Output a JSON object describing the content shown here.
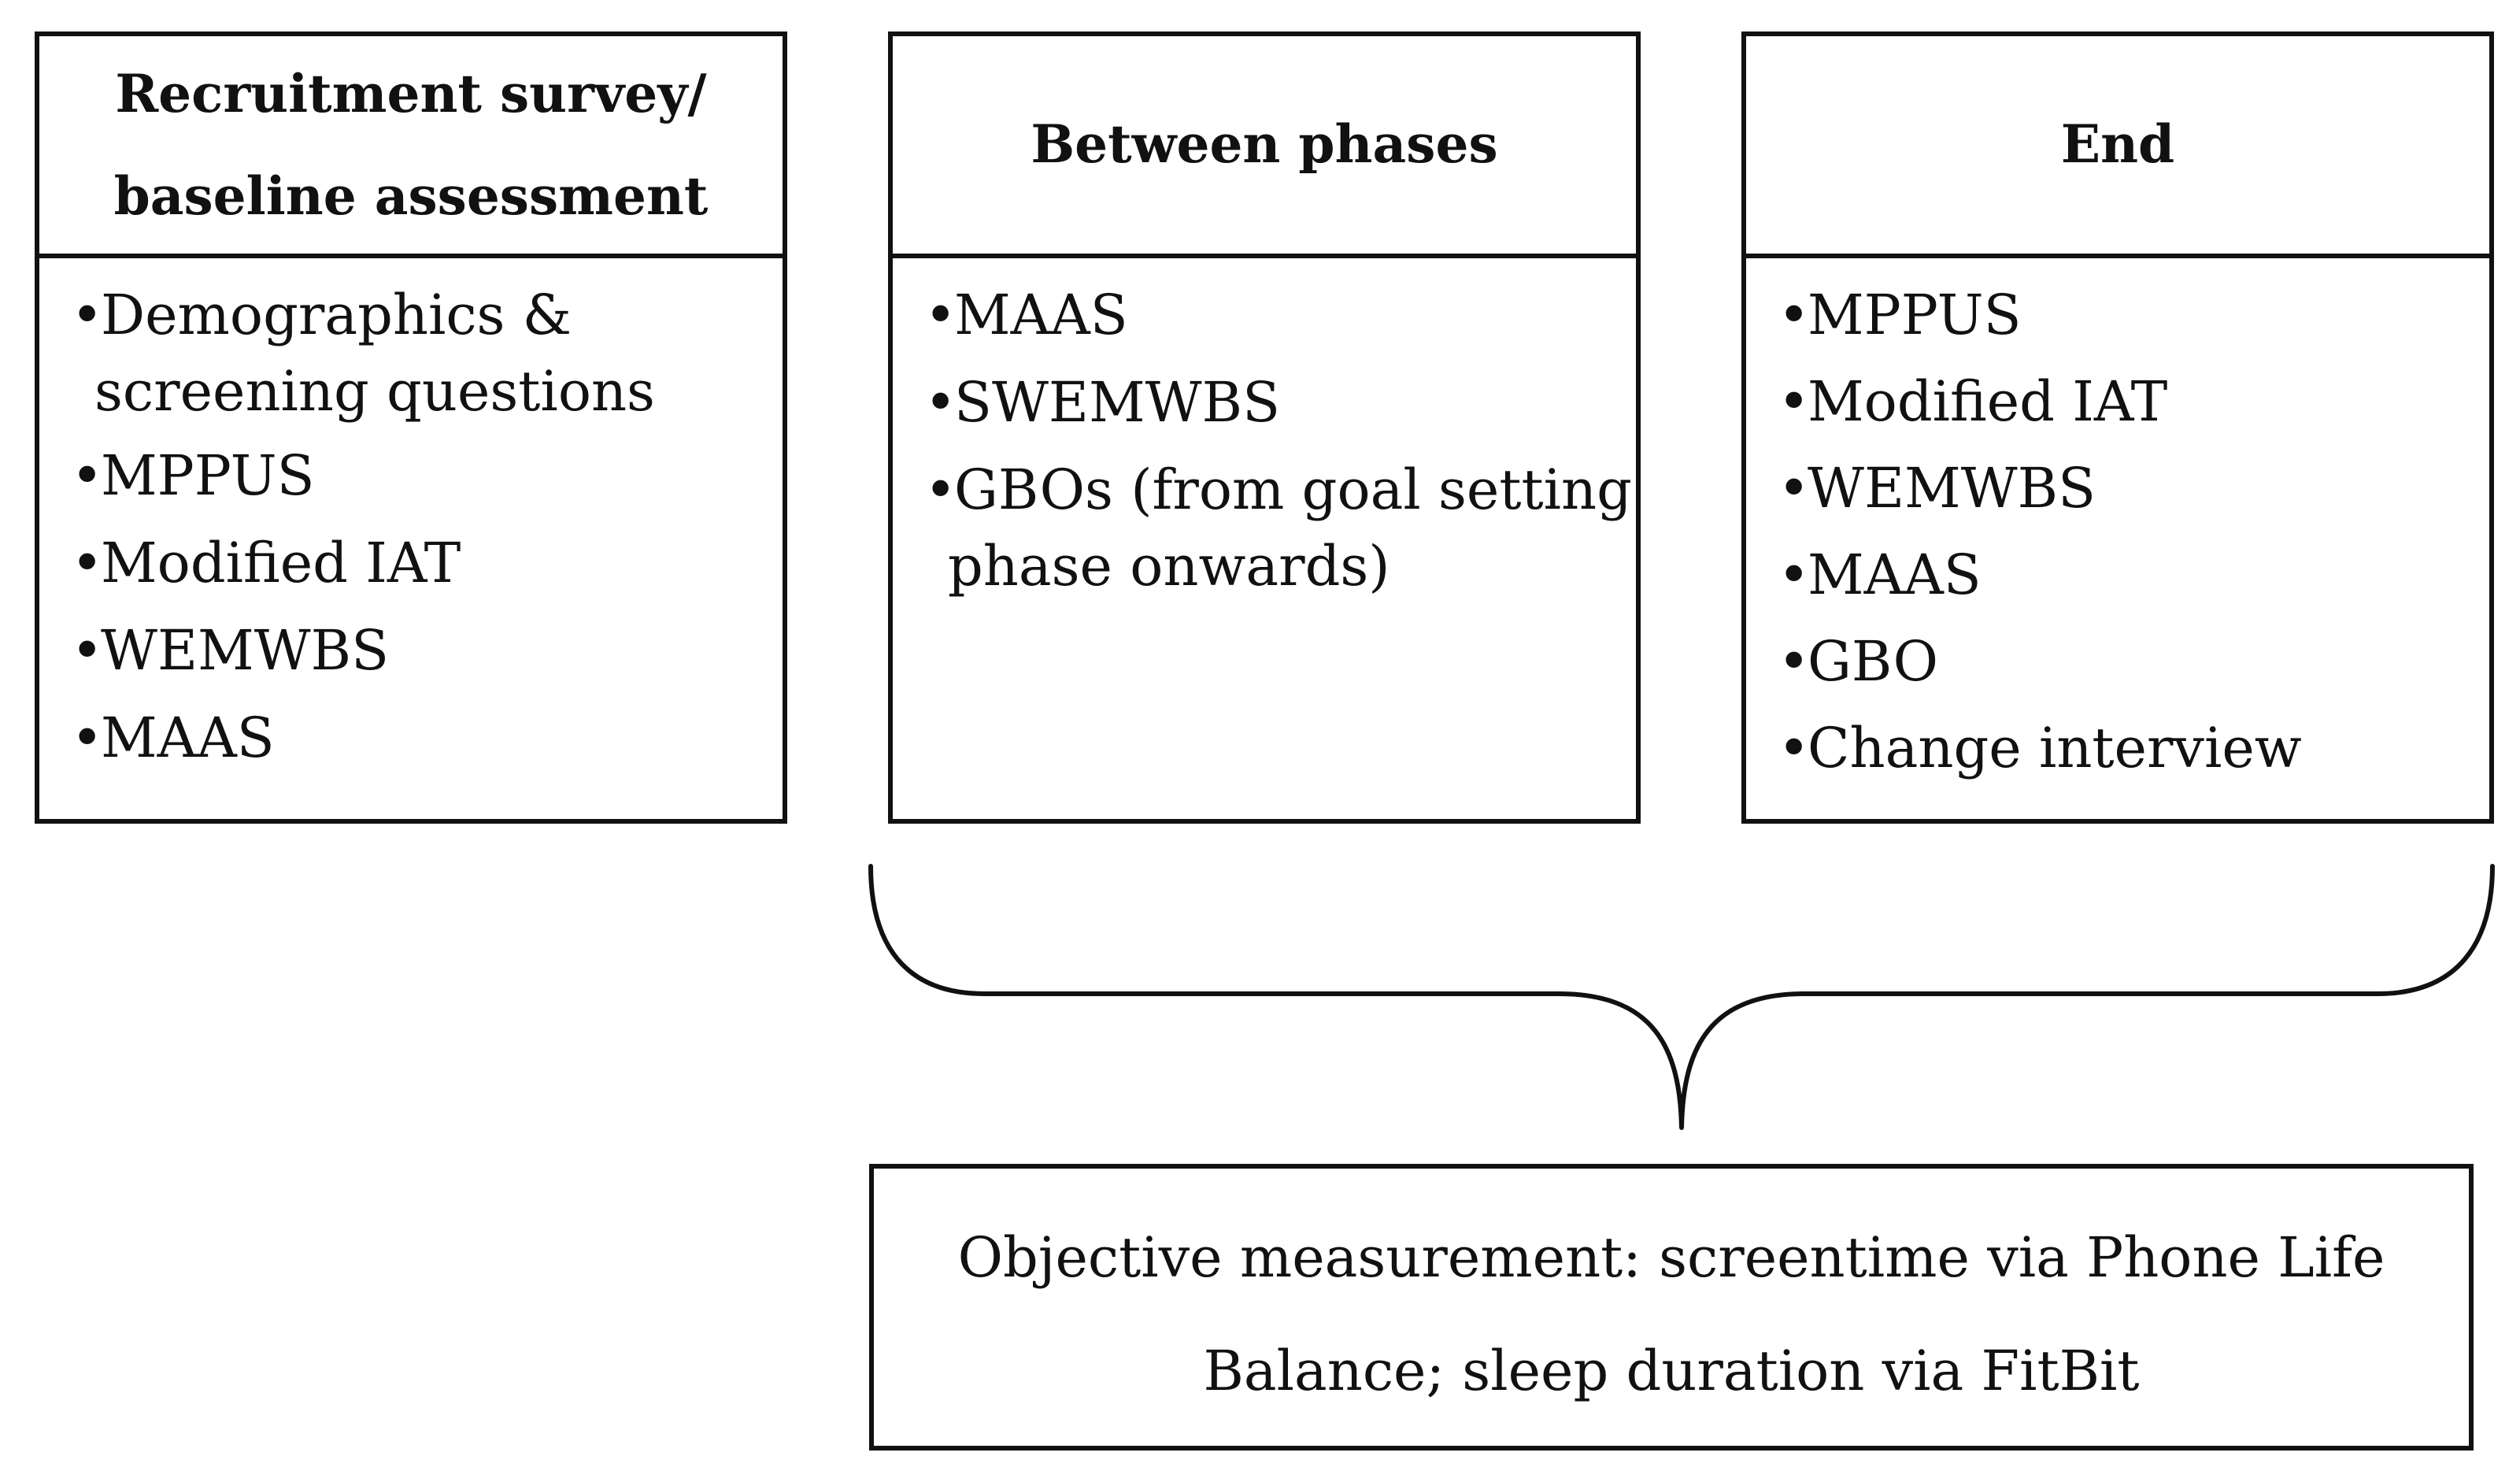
{
  "columns": [
    {
      "header_lines": [
        "Recruitment survey/",
        "baseline assessment"
      ],
      "items": [
        [
          "Demographics &",
          "screening questions"
        ],
        [
          "MPPUS"
        ],
        [
          "Modified IAT"
        ],
        [
          "WEMWBS"
        ],
        [
          "MAAS"
        ]
      ]
    },
    {
      "header_lines": [
        "Between phases"
      ],
      "items": [
        [
          "MAAS"
        ],
        [
          "SWEMWBS"
        ],
        [
          "GBOs (from goal setting",
          "phase onwards)"
        ]
      ]
    },
    {
      "header_lines": [
        "End"
      ],
      "items": [
        [
          "MPPUS"
        ],
        [
          "Modified IAT"
        ],
        [
          "WEMWBS"
        ],
        [
          "MAAS"
        ],
        [
          "GBO"
        ],
        [
          "Change interview"
        ]
      ]
    }
  ],
  "objective": {
    "lines": [
      "Objective measurement: screentime via Phone Life",
      "Balance; sleep duration via FitBit"
    ]
  },
  "bullet_glyph": "•",
  "colors": {
    "stroke": "#111111",
    "background": "#ffffff"
  }
}
